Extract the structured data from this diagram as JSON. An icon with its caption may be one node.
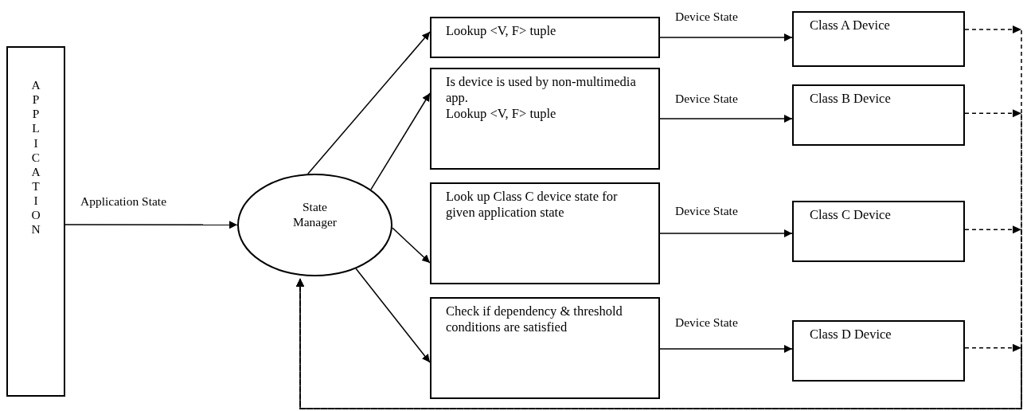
{
  "diagram": {
    "nodes": [
      {
        "text": [
          "APPLICATION"
        ]
      },
      {
        "text": [
          "State Manager"
        ]
      },
      {
        "text": [
          "Lookup <V, F> tuple"
        ]
      },
      {
        "text": [
          "Is device is used by non-multimedia app.",
          "Lookup <V, F> tuple"
        ]
      },
      {
        "text": [
          "Look up Class C device state for given application state"
        ]
      },
      {
        "text": [
          "Check if dependency & threshold conditions are satisfied"
        ]
      },
      {
        "text": [
          "Class A Device"
        ]
      },
      {
        "text": [
          "Class B Device"
        ]
      },
      {
        "text": [
          "Class C Device"
        ]
      },
      {
        "text": [
          "Class D Device"
        ]
      }
    ],
    "edges": [
      {
        "from": 0,
        "to": 1,
        "arrow": "to",
        "label": "Application State"
      },
      {
        "from": 1,
        "to": 2,
        "arrow": "to"
      },
      {
        "from": 1,
        "to": 3,
        "arrow": "to"
      },
      {
        "from": 1,
        "to": 4,
        "arrow": "to"
      },
      {
        "from": 1,
        "to": 5,
        "arrow": "to"
      },
      {
        "from": 2,
        "to": 6,
        "arrow": "to",
        "label": "Device State"
      },
      {
        "from": 3,
        "to": 7,
        "arrow": "to",
        "label": "Device State"
      },
      {
        "from": 4,
        "to": 8,
        "arrow": "to",
        "label": "Device State"
      },
      {
        "from": 5,
        "to": 9,
        "arrow": "to",
        "label": "Device State"
      },
      {
        "from": 6,
        "to": 1,
        "arrow": "to",
        "style": "dashed"
      },
      {
        "from": 7,
        "to": 1,
        "arrow": "to",
        "style": "dashed"
      },
      {
        "from": 8,
        "to": 1,
        "arrow": "to",
        "style": "dashed"
      },
      {
        "from": 9,
        "to": 1,
        "arrow": "to",
        "style": "dashed"
      }
    ]
  }
}
